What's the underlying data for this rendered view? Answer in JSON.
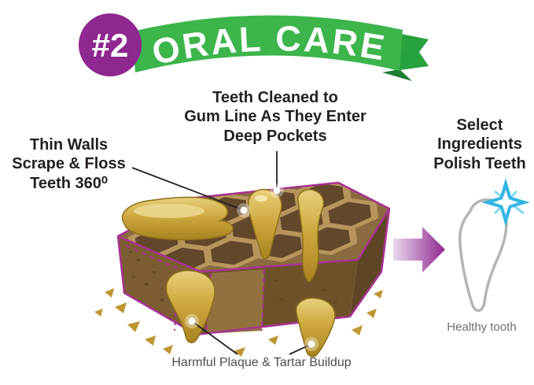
{
  "banner": {
    "badge": "#2",
    "title": "ORAL CARE"
  },
  "callouts": {
    "teeth_cleaned": "Teeth Cleaned to\nGum Line As They Enter\nDeep Pockets",
    "thin_walls": "Thin Walls\nScrape & Floss\nTeeth 360⁰",
    "select_ingredients": "Select\nIngredients\nPolish Teeth"
  },
  "labels": {
    "healthy_tooth": "Healthy tooth",
    "plaque_caption": "Harmful Plaque & Tartar Buildup"
  },
  "colors": {
    "banner_green": "#3cb54b",
    "banner_green_dark": "#27a23e",
    "badge_purple": "#8e278f",
    "outline_magenta": "#a83292",
    "chew_brown": "#7d5c32",
    "plaque_gold": "#cfa93e",
    "sparkle_blue": "#33b5e3",
    "text_dark": "#231f20",
    "muted_gray": "#6d6e71"
  },
  "icons": {
    "arrow_right": "arrow-right-icon",
    "sparkle": "sparkle-icon",
    "healthy_tooth_outline": "healthy-tooth-outline-icon",
    "badge_circle": "badge-circle"
  }
}
